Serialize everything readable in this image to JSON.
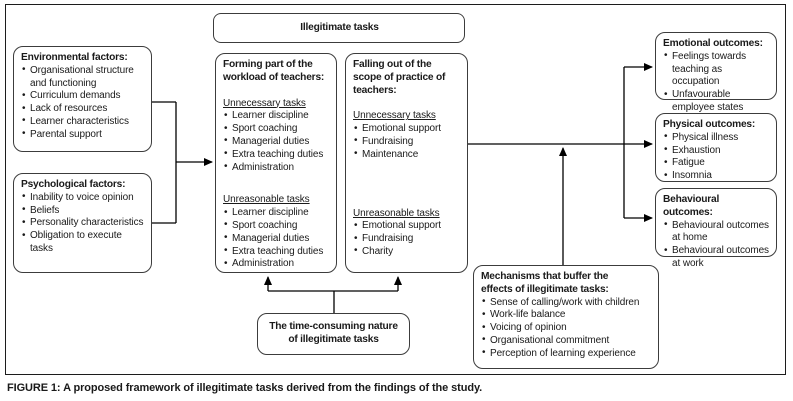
{
  "header_box": {
    "label": "Illegitimate tasks"
  },
  "left": {
    "environmental": {
      "title": "Environmental factors:",
      "items": [
        "Organisational structure and functioning",
        "Curriculum demands",
        "Lack of resources",
        "Learner characteristics",
        "Parental support"
      ]
    },
    "psychological": {
      "title": "Psychological factors:",
      "items": [
        "Inability to voice opinion",
        "Beliefs",
        "Personality characteristics",
        "Obligation to execute tasks"
      ]
    }
  },
  "middle": {
    "forming": {
      "title": "Forming part of the workload of teachers:",
      "sections": [
        {
          "heading": "Unnecessary tasks",
          "items": [
            "Learner discipline",
            "Sport coaching",
            "Managerial duties",
            "Extra teaching duties",
            "Administration"
          ]
        },
        {
          "heading": "Unreasonable tasks",
          "items": [
            "Learner discipline",
            "Sport coaching",
            "Managerial duties",
            "Extra teaching duties",
            "Administration"
          ]
        }
      ]
    },
    "falling": {
      "title": "Falling out of the scope of practice of teachers:",
      "sections": [
        {
          "heading": "Unnecessary tasks",
          "items": [
            "Emotional support",
            "Fundraising",
            "Maintenance"
          ]
        },
        {
          "heading": "Unreasonable tasks",
          "items": [
            "Emotional support",
            "Fundraising",
            "Charity"
          ]
        }
      ]
    }
  },
  "outcomes": {
    "emotional": {
      "title": "Emotional outcomes:",
      "items": [
        "Feelings towards teaching as occupation",
        "Unfavourable employee states"
      ]
    },
    "physical": {
      "title": "Physical outcomes:",
      "items": [
        "Physical illness",
        "Exhaustion",
        "Fatigue",
        "Insomnia"
      ]
    },
    "behavioural": {
      "title": "Behavioural outcomes:",
      "items": [
        "Behavioural outcomes at home",
        "Behavioural outcomes at work"
      ]
    }
  },
  "bottom": {
    "time_consuming": {
      "label": "The time-consuming nature of illegitimate tasks"
    },
    "mechanisms": {
      "title": "Mechanisms that buffer the effects of illegitimate tasks:",
      "items": [
        "Sense of calling/work with children",
        "Work-life balance",
        "Voicing of opinion",
        "Organisational commitment",
        "Perception of learning experience"
      ]
    }
  },
  "caption": {
    "label": "FIGURE 1:",
    "text": "A proposed framework of illegitimate tasks derived from the findings of the study."
  },
  "colors": {
    "background": "#ffffff",
    "box_border": "#3c3c3c",
    "frame_border": "#1c1c1c",
    "text": "#1a1a1a",
    "arrow": "#000000"
  }
}
